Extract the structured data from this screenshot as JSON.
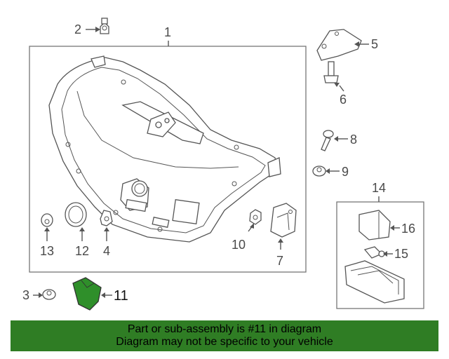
{
  "callouts": {
    "c1": "1",
    "c2": "2",
    "c3": "3",
    "c4": "4",
    "c5": "5",
    "c6": "6",
    "c7": "7",
    "c8": "8",
    "c9": "9",
    "c10": "10",
    "c11": "11",
    "c12": "12",
    "c13": "13",
    "c14": "14",
    "c15": "15",
    "c16": "16"
  },
  "highlight": {
    "part": "11",
    "fill": "#2f8f2a"
  },
  "banner": {
    "line1": "Part or sub-assembly is #11 in diagram",
    "line2": "Diagram may not be specific to your vehicle",
    "color": "#2f7d24"
  }
}
